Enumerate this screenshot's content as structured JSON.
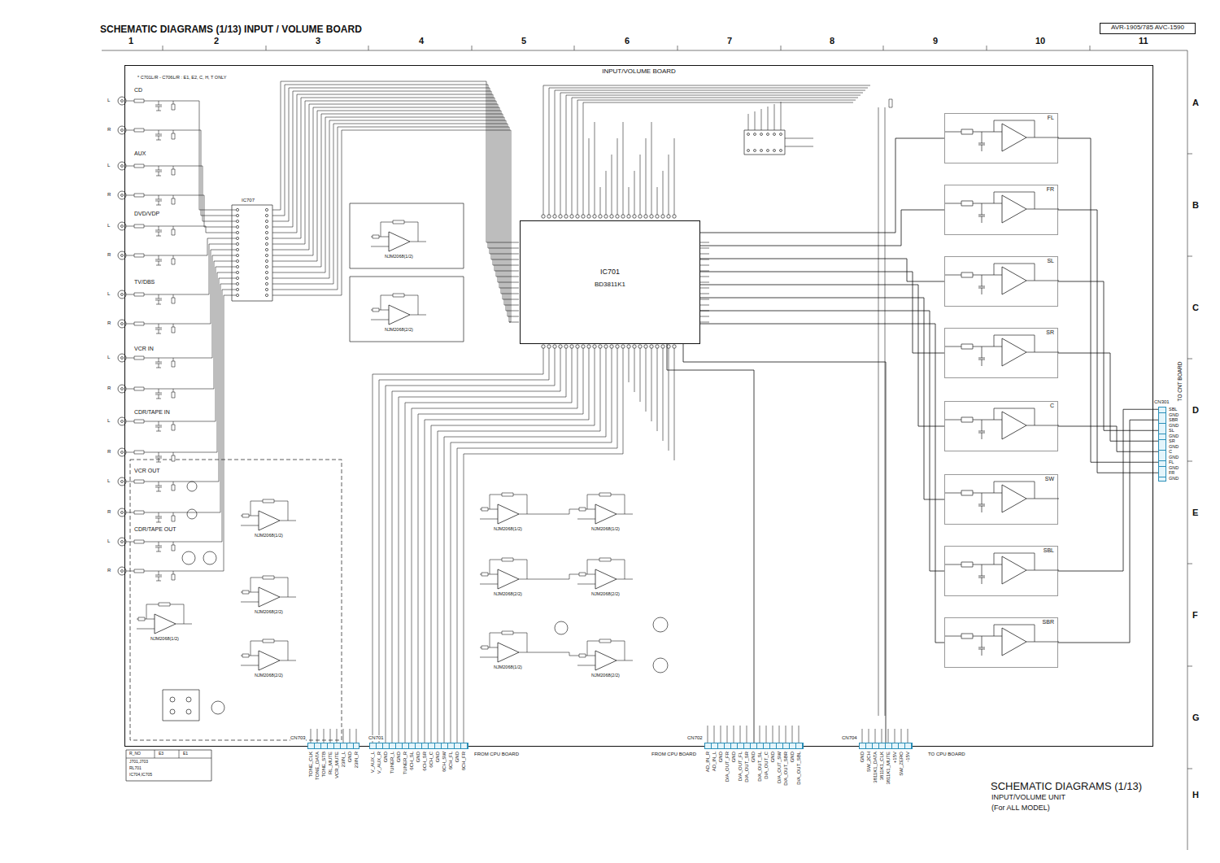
{
  "diagram": {
    "title": "SCHEMATIC DIAGRAMS (1/13) INPUT / VOLUME BOARD",
    "caption": "SCHEMATIC DIAGRAMS (1/13)",
    "nodes": [
      {
        "text": [
          "INPUT/VOLUME BOARD"
        ]
      },
      {
        "text": [
          "IC701",
          "BD3811K1"
        ],
        "in": 0
      },
      {
        "text": [
          "FL"
        ],
        "in": 0
      },
      {
        "text": [
          "FR"
        ],
        "in": 0
      },
      {
        "text": [
          "SL"
        ],
        "in": 0
      },
      {
        "text": [
          "SR"
        ],
        "in": 0
      },
      {
        "text": [
          "C"
        ],
        "in": 0
      },
      {
        "text": [
          "SW"
        ],
        "in": 0
      },
      {
        "text": [
          "SBL"
        ],
        "in": 0
      },
      {
        "text": [
          "SBR"
        ],
        "in": 0
      },
      {
        "text": [
          "CN301"
        ]
      },
      {
        "text": [
          "CN703"
        ]
      },
      {
        "text": [
          "CN701"
        ]
      },
      {
        "text": [
          "CN702"
        ]
      },
      {
        "text": [
          "CN704"
        ]
      },
      {
        "text": [
          "AVR-1905/785 AVC-1590"
        ]
      }
    ],
    "edges": [
      {
        "from": 1,
        "to": 2,
        "arrow": "none"
      },
      {
        "from": 1,
        "to": 3,
        "arrow": "none"
      },
      {
        "from": 1,
        "to": 4,
        "arrow": "none"
      },
      {
        "from": 1,
        "to": 5,
        "arrow": "none"
      },
      {
        "from": 1,
        "to": 6,
        "arrow": "none"
      },
      {
        "from": 1,
        "to": 7,
        "arrow": "none"
      },
      {
        "from": 1,
        "to": 8,
        "arrow": "none"
      },
      {
        "from": 1,
        "to": 9,
        "arrow": "none"
      },
      {
        "from": 2,
        "to": 10,
        "arrow": "none"
      },
      {
        "from": 3,
        "to": 10,
        "arrow": "none"
      },
      {
        "from": 4,
        "to": 10,
        "arrow": "none"
      },
      {
        "from": 5,
        "to": 10,
        "arrow": "none"
      },
      {
        "from": 6,
        "to": 10,
        "arrow": "none"
      },
      {
        "from": 8,
        "to": 10,
        "arrow": "none"
      },
      {
        "from": 9,
        "to": 10,
        "arrow": "none"
      },
      {
        "from": 13,
        "to": 1,
        "arrow": "none"
      },
      {
        "from": 14,
        "to": 1,
        "arrow": "none"
      }
    ],
    "labels": [
      "* C701L/R - C706L/R : E1, E2, C, H, T ONLY",
      "1",
      "2",
      "3",
      "4",
      "5",
      "6",
      "7",
      "8",
      "9",
      "10",
      "11",
      "A",
      "B",
      "C",
      "D",
      "E",
      "F",
      "G",
      "H",
      "CD",
      "AUX",
      "DVD/VDP",
      "TV/DBS",
      "VCR IN",
      "CDR/TAPE IN",
      "VCR OUT",
      "CDR/TAPE OUT",
      "L",
      "R",
      "L",
      "R",
      "L",
      "R",
      "L",
      "R",
      "L",
      "R",
      "L",
      "R",
      "L",
      "R",
      "L",
      "R",
      "NJM2068(1/2)",
      "NJM2068(2/2)",
      "NJM2068(1/2)",
      "NJM2068(2/2)",
      "NJM2068(1/2)",
      "NJM2068(2/2)",
      "NJM2068(1/2)",
      "NJM2068(1/2)",
      "NJM2068(2/2)",
      "NJM2068(2/2)",
      "NJM2068(1/2)",
      "NJM2068(2/2)",
      "SBL",
      "GND",
      "SBR",
      "GND",
      "SL",
      "GND",
      "SR",
      "GND",
      "C",
      "GND",
      "FL",
      "GND",
      "FR",
      "GND",
      "TO CNT BOARD",
      "TONE_CLK",
      "TONE_DATA",
      "TONE_STB",
      "RL_MUTE",
      "VCR_MUTE",
      "23IN_L",
      "GND",
      "23IN_R",
      "V_AUX_L",
      "V_AUX_R",
      "GND",
      "TUNER_L",
      "GND",
      "TUNER_R",
      "6CH_SL",
      "GND",
      "6CH_SR",
      "6CH_C",
      "GND",
      "6CH_SW",
      "6CH_FL",
      "GND",
      "6CH_FR",
      "FROM CPU BOARD",
      "FROM CPU BOARD",
      "AD_IN_R",
      "AD_IN_L",
      "GND",
      "D/A_OUT_FR",
      "GND",
      "D/A_OUT_FL",
      "D/A_OUT_SR",
      "GND",
      "D/A_OUT_SL",
      "D/A_OUT_C",
      "GND",
      "D/A_OUT_SW",
      "D/A_OUT_SBR",
      "GND",
      "D/A_OUT_SBL",
      "TO CPU BOARD",
      "GND",
      "SW_2CH",
      "3811K1_DATA",
      "3811K1_CLK",
      "3811K1_MUTE",
      "+15V",
      "SW_ZERO",
      "-15V",
      "R_NO",
      "E3",
      "E1",
      "J701,J703",
      "RL701",
      "IC704,IC705",
      "INPUT/VOLUME UNIT",
      "(For ALL MODEL)",
      "IC707"
    ]
  }
}
